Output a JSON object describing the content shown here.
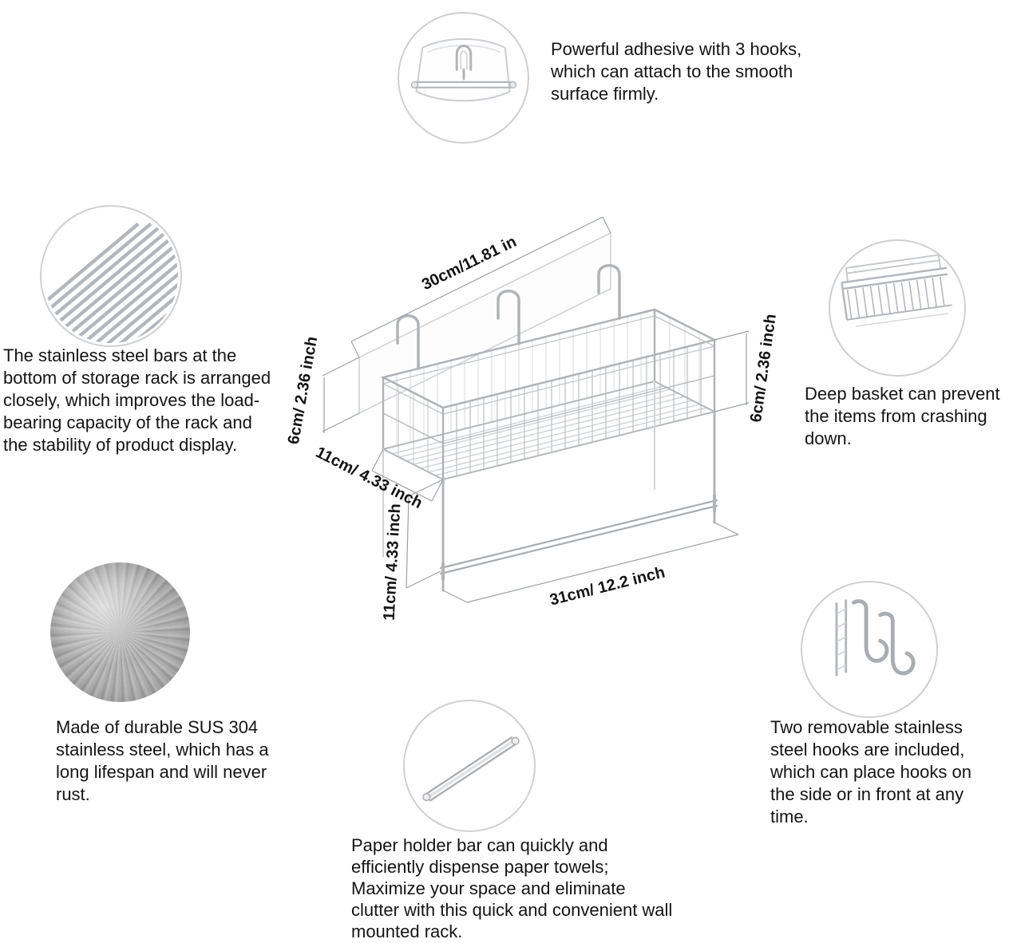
{
  "colors": {
    "line": "#b6bac0",
    "leader": "#9ba0a5",
    "text": "#141414"
  },
  "callouts": {
    "adhesive": {
      "icon": "adhesive-hook-icon",
      "text": "Powerful adhesive with 3 hooks, which can attach to the smooth surface firmly."
    },
    "bars": {
      "icon": "steel-bars-icon",
      "text": "The stainless steel bars at the bottom of storage rack is arranged closely, which improves the load-bearing capacity of the rack and the stability of product display."
    },
    "basket": {
      "icon": "deep-basket-icon",
      "text": "Deep basket can prevent the items from crashing down."
    },
    "steel": {
      "icon": "brushed-steel-icon",
      "text": "Made of durable SUS 304 stainless steel, which has a long lifespan and will never rust."
    },
    "paper": {
      "icon": "paper-bar-icon",
      "text": "Paper holder bar can quickly and efficiently dispense paper towels; Maximize your space and eliminate clutter with this quick and convenient wall mounted rack."
    },
    "hooks": {
      "icon": "removable-hooks-icon",
      "text": "Two removable stainless steel hooks are included, which can place hooks on the side or in front at any time."
    }
  },
  "dims": {
    "top": "30cm/11.81 in",
    "left_height": "6cm/ 2.36 inch",
    "right_height": "6cm/ 2.36 inch",
    "depth": "11cm/ 4.33 inch",
    "drop": "11cm/ 4.33 inch",
    "bottom": "31cm/ 12.2 inch"
  }
}
